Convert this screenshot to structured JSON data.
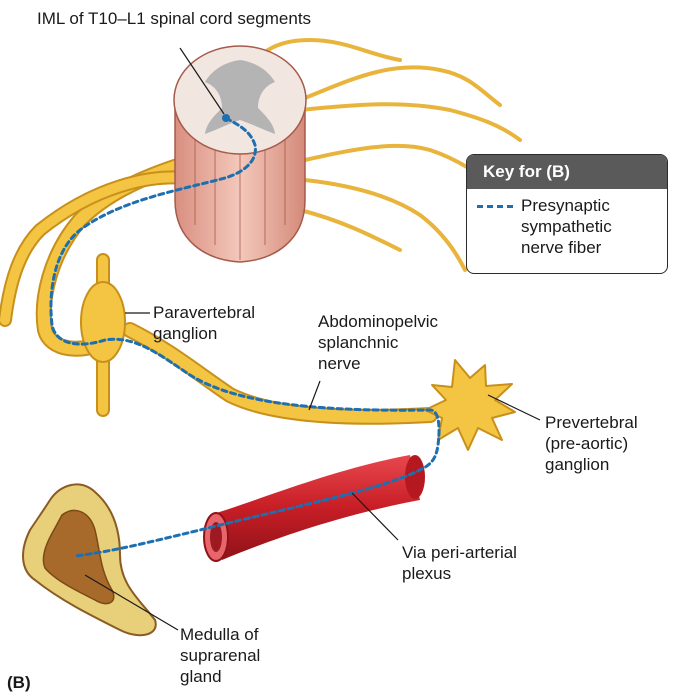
{
  "labels": {
    "iml": "IML of T10–L1 spinal cord segments",
    "paravertebral": [
      "Paravertebral",
      "ganglion"
    ],
    "splanchnic": [
      "Abdominopelvic",
      "splanchnic",
      "nerve"
    ],
    "prevertebral": [
      "Prevertebral",
      "(pre-aortic)",
      "ganglion"
    ],
    "periarterial": [
      "Via peri-arterial",
      "plexus"
    ],
    "medulla": [
      "Medulla of",
      "suprarenal",
      "gland"
    ],
    "panel": "(B)"
  },
  "key": {
    "title": "Key for (B)",
    "entry": [
      "Presynaptic",
      "sympathetic",
      "nerve fiber"
    ]
  },
  "colors": {
    "nerve": "#f4c542",
    "nerve_outline": "#c8901a",
    "fiber": "#1e6fb0",
    "cord": "#e9b7a8",
    "artery": "#d0202a",
    "gland_cortex": "#e8cf7a",
    "gland_medulla": "#a86a2a"
  }
}
